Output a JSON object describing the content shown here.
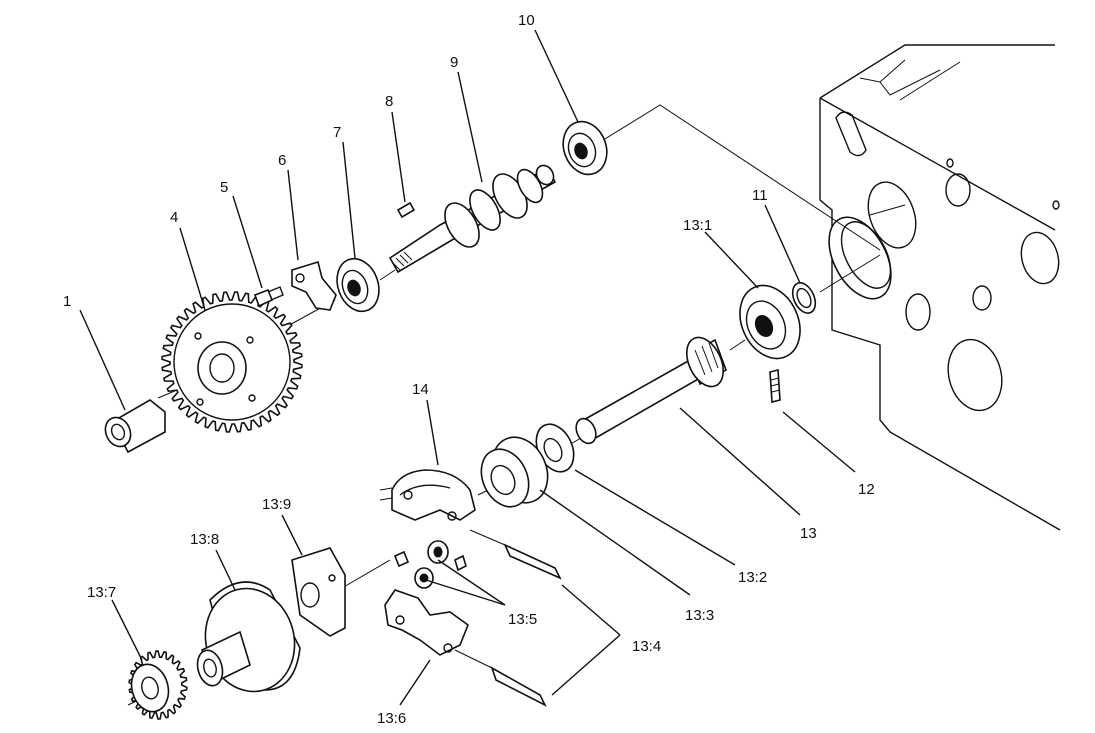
{
  "colors": {
    "ink": "#111111",
    "paper": "#ffffff",
    "shade": "#d8d8d8"
  },
  "labels": {
    "l1": "1",
    "l4": "4",
    "l5": "5",
    "l6": "6",
    "l7": "7",
    "l8": "8",
    "l9": "9",
    "l10": "10",
    "l11": "11",
    "l12": "12",
    "l13": "13",
    "l13_1": "13:1",
    "l13_2": "13:2",
    "l13_3": "13:3",
    "l13_4": "13:4",
    "l13_5": "13:5",
    "l13_6": "13:6",
    "l13_7": "13:7",
    "l13_8": "13:8",
    "l13_9": "13:9",
    "l14": "14"
  }
}
